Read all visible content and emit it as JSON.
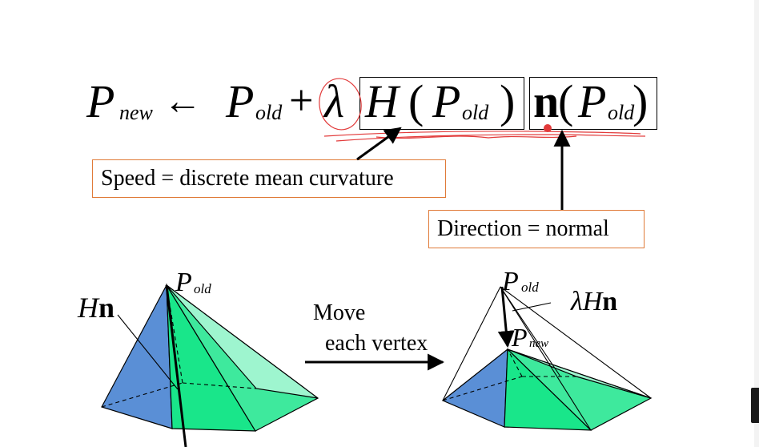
{
  "equation": {
    "p": "P",
    "sub_new": "new",
    "sub_old": "old",
    "arrow": "←",
    "plus": "+",
    "lambda": "λ",
    "H": "H",
    "lparen": "(",
    "rparen": ")",
    "n": "n"
  },
  "callouts": {
    "speed": "Speed = discrete mean curvature",
    "direction": "Direction = normal"
  },
  "figure_left": {
    "Hn_H": "H",
    "Hn_n": "n",
    "vertex_P": "P",
    "vertex_sub": "old"
  },
  "middle": {
    "line1": "Move",
    "line2": "each vertex"
  },
  "figure_right": {
    "top_P": "P",
    "top_sub": "old",
    "lambdaHn_lambda": "λ",
    "lambdaHn_H": "H",
    "lambdaHn_n": "n",
    "new_P": "P",
    "new_sub": "new"
  },
  "colors": {
    "face_blue": "#5a8fd6",
    "face_green": "#19e68a",
    "face_light_green": "#9ef5cf",
    "callout_border": "#e07b39",
    "annotation_red": "#e23a3a"
  }
}
